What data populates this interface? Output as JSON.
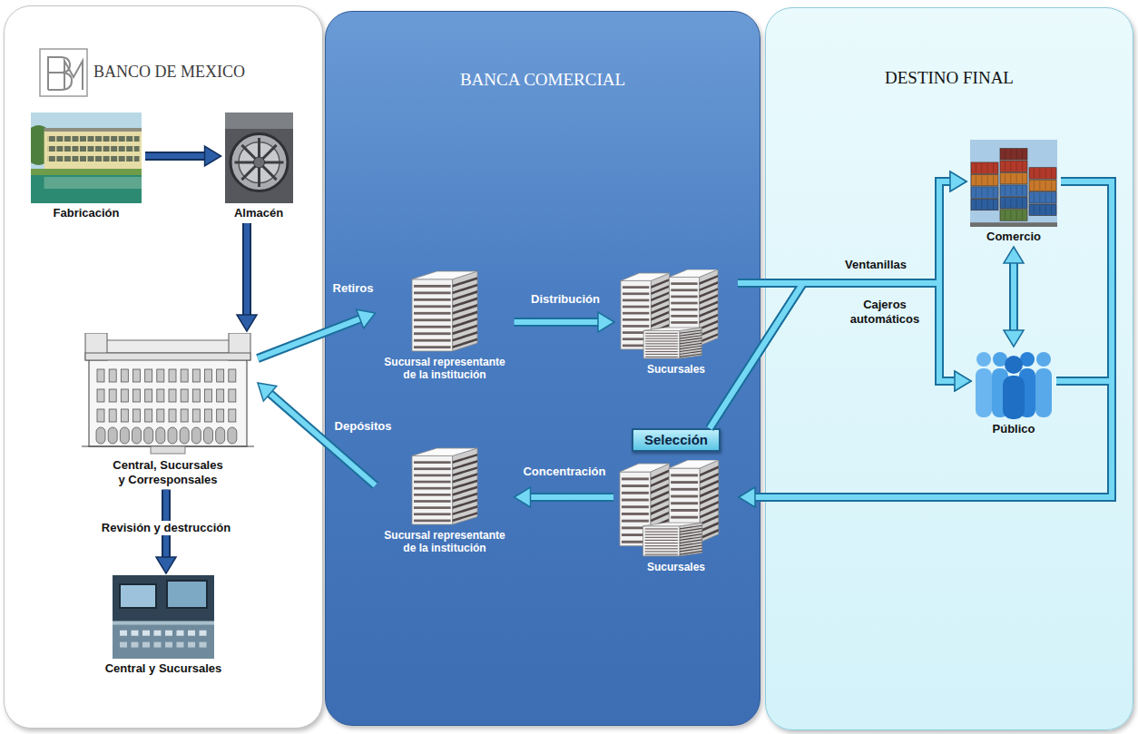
{
  "diagram": {
    "nodes": [
      {
        "text": [
          "BANCO DE MEXICO"
        ]
      },
      {
        "text": [
          "Fabricación"
        ],
        "in": 0
      },
      {
        "text": [
          "Almacén"
        ],
        "in": 0
      },
      {
        "text": [
          "Central, Sucursales y Corresponsales"
        ],
        "in": 0
      },
      {
        "text": [
          "Central y Sucursales"
        ],
        "in": 0
      },
      {
        "text": [
          "BANCA COMERCIAL"
        ]
      },
      {
        "text": [
          "Sucursal representante de la institución"
        ],
        "in": 5
      },
      {
        "text": [
          "Sucursales"
        ],
        "in": 5
      },
      {
        "text": [
          "Sucursal representante de la institución"
        ],
        "in": 5
      },
      {
        "text": [
          "Sucursales"
        ],
        "in": 5
      },
      {
        "text": [
          "Selección"
        ],
        "in": 5
      },
      {
        "text": [
          "DESTINO FINAL"
        ]
      },
      {
        "text": [
          "Comercio"
        ],
        "in": 11
      },
      {
        "text": [
          "Público"
        ],
        "in": 11
      }
    ],
    "edges": [
      {
        "from": 1,
        "to": 2,
        "arrow": "to"
      },
      {
        "from": 2,
        "to": 3,
        "arrow": "to"
      },
      {
        "from": 3,
        "to": 4,
        "label": "Revisión y destrucción",
        "arrow": "to"
      },
      {
        "from": 3,
        "to": 6,
        "label": "Retiros",
        "arrow": "to"
      },
      {
        "from": 6,
        "to": 7,
        "label": "Distribución",
        "arrow": "to"
      },
      {
        "from": 7,
        "to": 12,
        "label": "Ventanillas",
        "arrow": "to"
      },
      {
        "from": 7,
        "to": 13,
        "label": "Cajeros automáticos",
        "arrow": "to"
      },
      {
        "from": 10,
        "to": 12,
        "arrow": "to"
      },
      {
        "from": 10,
        "to": 13,
        "arrow": "to"
      },
      {
        "from": 12,
        "to": 13,
        "arrow": "both"
      },
      {
        "from": 12,
        "to": 9,
        "arrow": "to"
      },
      {
        "from": 13,
        "to": 9,
        "arrow": "to"
      },
      {
        "from": 9,
        "to": 8,
        "label": "Concentración",
        "arrow": "to"
      },
      {
        "from": 8,
        "to": 3,
        "label": "Depósitos",
        "arrow": "to"
      }
    ]
  }
}
